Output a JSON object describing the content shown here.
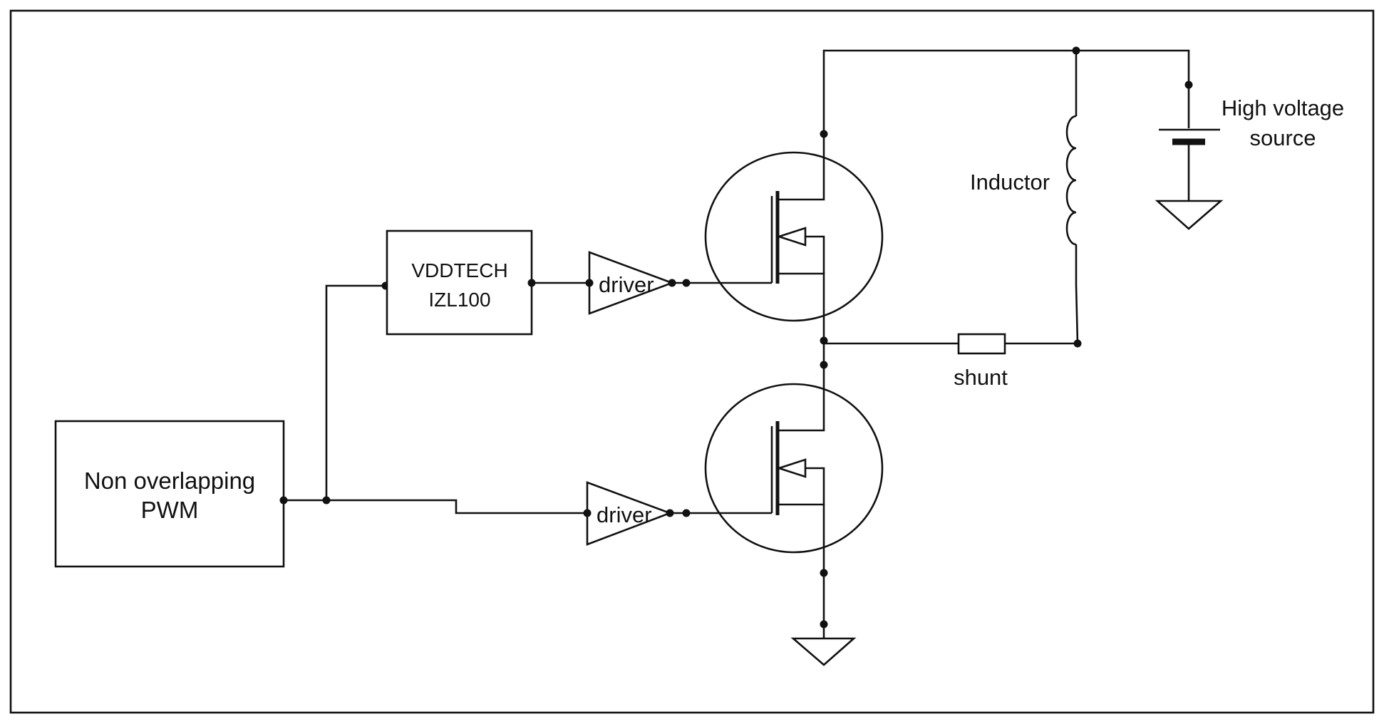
{
  "blocks": {
    "pwm": {
      "line1": "Non overlapping",
      "line2": "PWM"
    },
    "isolator": {
      "line1": "VDDTECH",
      "line2": "IZL100"
    }
  },
  "drivers": {
    "top": "driver",
    "bottom": "driver"
  },
  "labels": {
    "inductor": "Inductor",
    "shunt": "shunt",
    "source_line1": "High voltage",
    "source_line2": "source"
  },
  "colors": {
    "line": "#111111",
    "background": "#ffffff"
  }
}
